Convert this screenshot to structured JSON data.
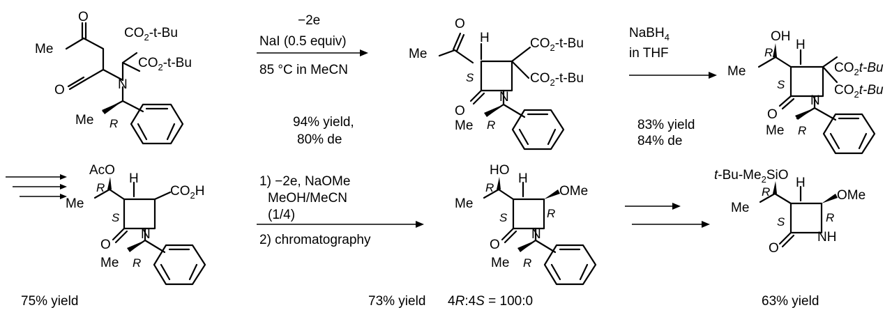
{
  "step1": {
    "reagent1": "−2e",
    "reagent2": "NaI (0.5 equiv)",
    "conditions": "85 °C in MeCN",
    "yield": "94% yield,",
    "de": "80% de"
  },
  "step2": {
    "reagent1": "NaBH",
    "reagent1_sub": "4",
    "reagent2": "in THF",
    "yield": "83% yield",
    "de": "84% de"
  },
  "step4": {
    "line1": "1) −2e, NaOMe",
    "line2": "MeOH/MeCN",
    "line3": "(1/4)",
    "line4": "2) chromatography"
  },
  "labels": {
    "me": "Me",
    "o": "O",
    "n": "N",
    "h": "H",
    "nh": "NH",
    "oh": "OH",
    "ho": "HO",
    "aco": "AcO",
    "ome": "OMe",
    "co2h": "CO",
    "co2h_sub": "2",
    "co2h_tail": "H",
    "co2tbu_a": "CO",
    "co2tbu_sub": "2",
    "co2tbu_tail": "-t-Bu",
    "co2tbu_b_tail": "t-Bu",
    "tbs": "t-Bu-Me",
    "tbs_sub": "2",
    "tbs_tail": "SiO",
    "r": "R",
    "s": "S"
  },
  "yields": {
    "cmpd4": "75% yield",
    "cmpd5": "73% yield",
    "cmpd5_ratio": "4R:4S = 100:0",
    "cmpd6": "63% yield"
  },
  "ratio_parts": {
    "a": "4",
    "r": "R",
    "b": ":4",
    "s": "S",
    "c": " = 100:0"
  }
}
